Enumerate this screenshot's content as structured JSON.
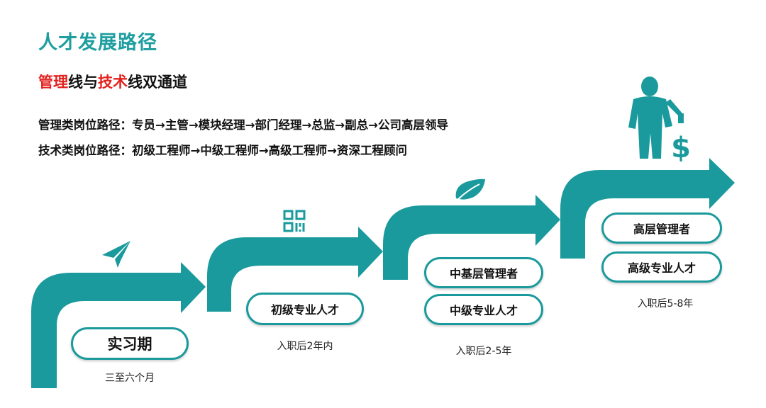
{
  "title": "人才发展路径",
  "subtitle": {
    "part1": "管理",
    "part2": "线与",
    "part3": "技术",
    "part4": "线双通道"
  },
  "paths": {
    "management": "管理类岗位路径：专员→主管→模块经理→部门经理→总监→副总→公司高层领导",
    "technical": "技术类岗位路径：初级工程师→中级工程师→高级工程师→资深工程顾问"
  },
  "stages": [
    {
      "labels": [
        "实习期"
      ],
      "caption": "三至六个月",
      "icon": "paper-plane-icon"
    },
    {
      "labels": [
        "初级专业人才"
      ],
      "caption": "入职后2年内",
      "icon": "qr-code-icon"
    },
    {
      "labels": [
        "中基层管理者",
        "中级专业人才"
      ],
      "caption": "入职后2-5年",
      "icon": "leaf-icon"
    },
    {
      "labels": [
        "高层管理者",
        "高级专业人才"
      ],
      "caption": "入职后5-8年",
      "icon": "businessman-dollar-icon"
    }
  ],
  "colors": {
    "accent": "#1a9a9c",
    "highlight": "#e3221f"
  }
}
